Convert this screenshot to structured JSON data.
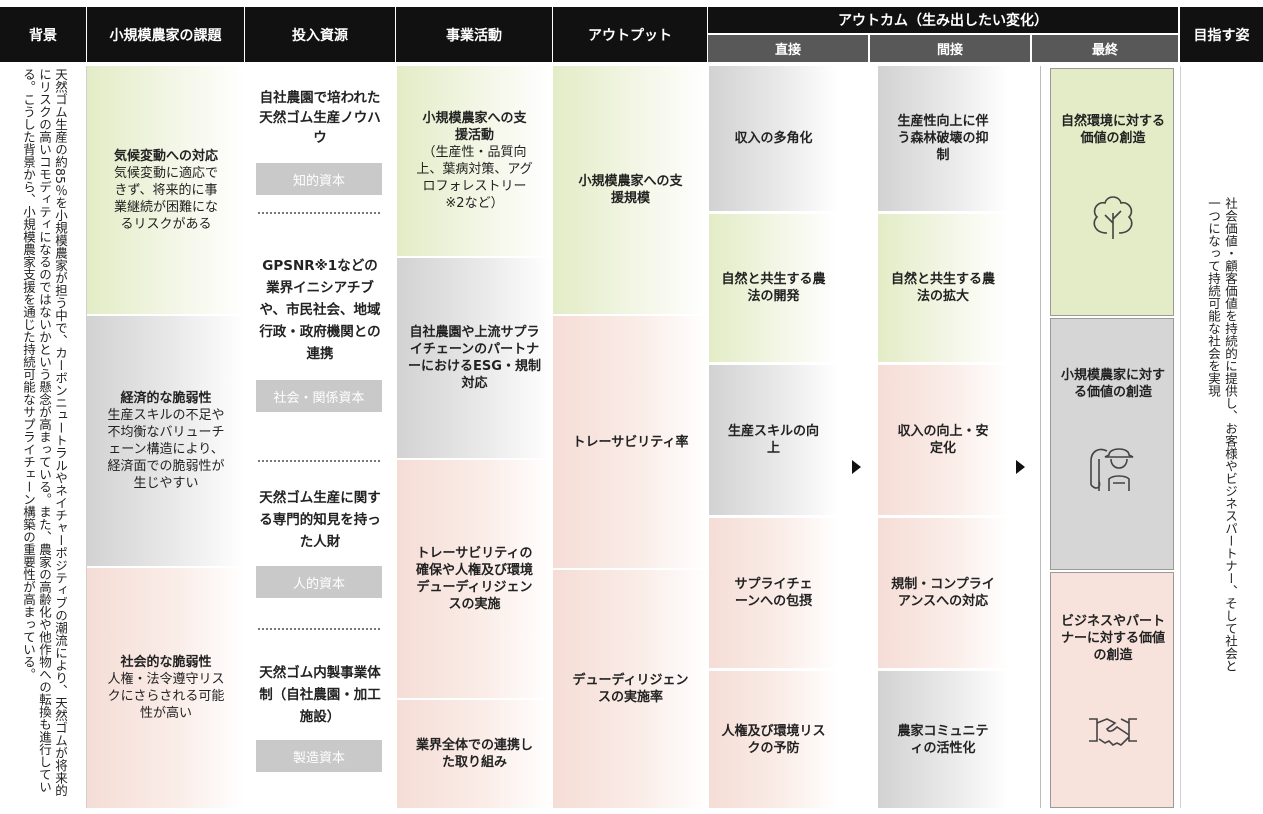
{
  "headers": {
    "background": "背景",
    "issues": "小規模農家の課題",
    "resources": "投入資源",
    "activities": "事業活動",
    "outputs": "アウトプット",
    "outcomes": "アウトカム（生み出したい変化）",
    "direct": "直接",
    "indirect": "間接",
    "final": "最終",
    "vision": "目指す姿"
  },
  "background_text": "天然ゴム生産の約85％を小規模農家が担う中で、カーボンニュートラルやネイチャーポジティブの潮流により、天然ゴムが将来的にリスクの高いコモディティになるのではないかという懸念が高まっている。また、農家の高齢化や他作物への転換も進行している。こうした背景から、小規模農家支援を通じた持続可能なサプライチェーン構築の重要性が高まっている。",
  "issues": [
    {
      "title": "気候変動への対応",
      "desc": "気候変動に適応できず、将来的に事業継続が困難になるリスクがある"
    },
    {
      "title": "経済的な脆弱性",
      "desc": "生産スキルの不足や不均衡なバリューチェーン構造により、経済面での脆弱性が生じやすい"
    },
    {
      "title": "社会的な脆弱性",
      "desc": "人権・法令遵守リスクにさらされる可能性が高い"
    }
  ],
  "resources": [
    {
      "text": "自社農園で培われた天然ゴム生産ノウハウ",
      "tag": "知的資本"
    },
    {
      "text": "GPSNR※1などの業界イニシアチブや、市民社会、地域行政・政府機関との連携",
      "tag": "社会・関係資本"
    },
    {
      "text": "天然ゴム生産に関する専門的知見を持った人財",
      "tag": "人的資本"
    },
    {
      "text": "天然ゴム内製事業体制（自社農園・加工施設）",
      "tag": "製造資本"
    }
  ],
  "activities": [
    {
      "title": "小規模農家への支援活動",
      "desc": "（生産性・品質向上、葉病対策、アグロフォレストリー※2など）"
    },
    {
      "title": "自社農園や上流サプライチェーンのパートナーにおけるESG・規制対応",
      "desc": ""
    },
    {
      "title": "トレーサビリティの確保や人権及び環境デューディリジェンスの実施",
      "desc": ""
    },
    {
      "title": "業界全体での連携した取り組み",
      "desc": ""
    }
  ],
  "outputs": [
    "小規模農家への支援規模",
    "トレーサビリティ率",
    "デューディリジェンスの実施率"
  ],
  "direct": [
    "収入の多角化",
    "自然と共生する農法の開発",
    "生産スキルの向上",
    "サプライチェーンへの包摂",
    "人権及び環境リスクの予防"
  ],
  "indirect": [
    "生産性向上に伴う森林破壊の抑制",
    "自然と共生する農法の拡大",
    "収入の向上・安定化",
    "規制・コンプライアンスへの対応",
    "農家コミュニティの活性化"
  ],
  "final": [
    {
      "text": "自然環境に対する価値の創造",
      "icon": "tree-icon"
    },
    {
      "text": "小規模農家に対する価値の創造",
      "icon": "farmer-icon"
    },
    {
      "text": "ビジネスやパートナーに対する価値の創造",
      "icon": "handshake-icon"
    }
  ],
  "vision": "社会価値・顧客価値を持続的に提供し、お客様やビジネスパートナー、そして社会と一つになって持続可能な社会を実現",
  "colors": {
    "green": "#e3ecc6",
    "gray": "#d6d6d6",
    "pink": "#f7e2dc",
    "header": "#111111",
    "subheader": "#585858",
    "tag": "#c9c9c9"
  }
}
